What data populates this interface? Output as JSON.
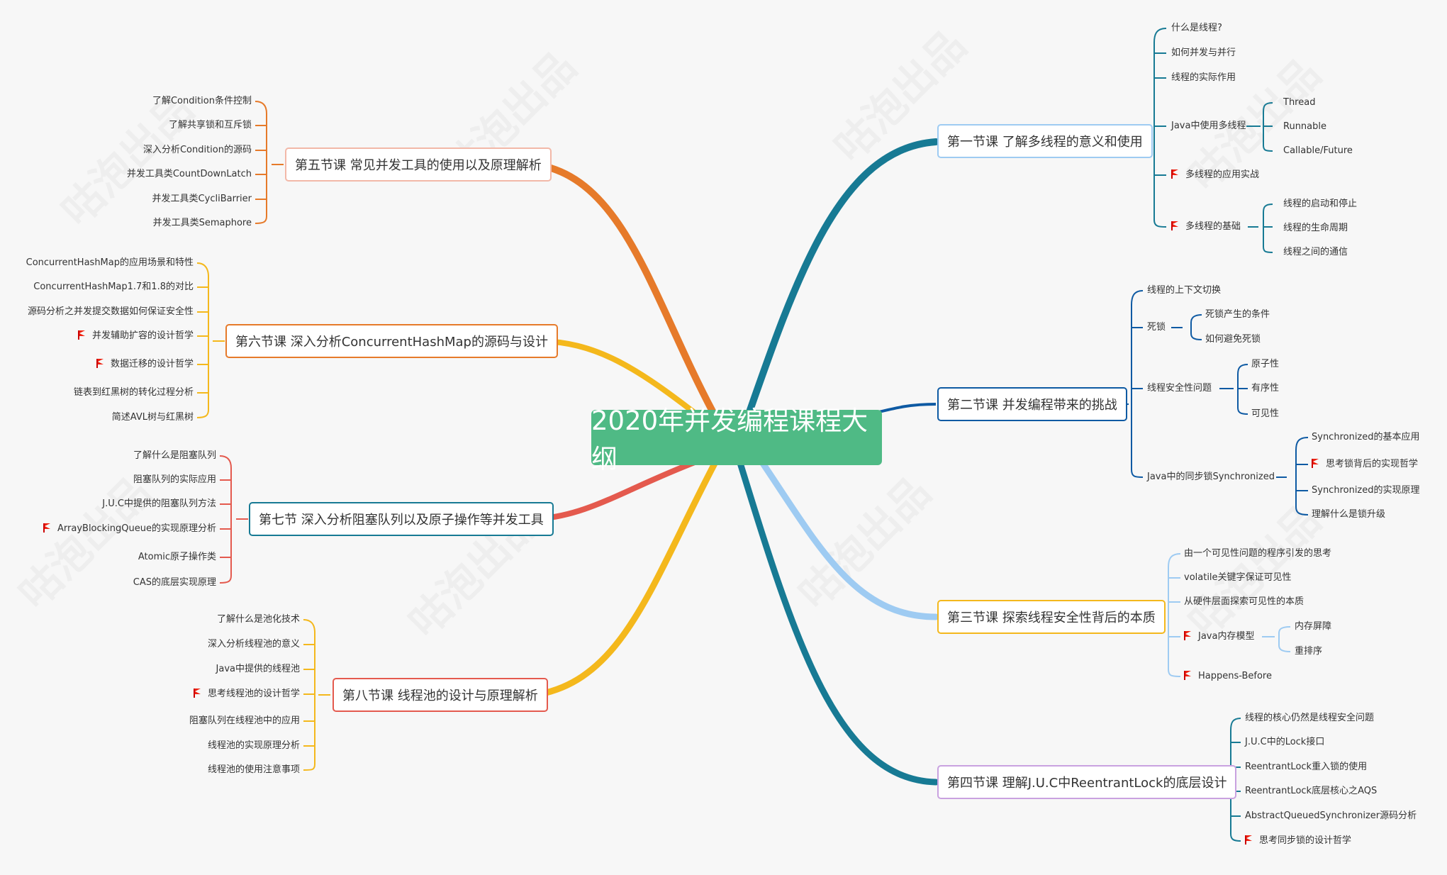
{
  "title": "2020年并发编程课程大纲",
  "colors": {
    "root": "#4fba85",
    "s1": "#177a94",
    "s2": "#0e5aa3",
    "s3": "#9ecbf2",
    "s4": "#177a94",
    "s5": "#e67a2a",
    "s6": "#f4b81c",
    "s7": "#e45a4e",
    "s8": "#f4b81c"
  },
  "sections": {
    "s1": {
      "label": "第一节课 了解多线程的意义和使用",
      "items": [
        "什么是线程?",
        "如何并发与并行",
        "线程的实际作用",
        "Java中使用多线程",
        "多线程的应用实战",
        "多线程的基础"
      ],
      "java_sub": [
        "Thread",
        "Runnable",
        "Callable/Future"
      ],
      "base_sub": [
        "线程的启动和停止",
        "线程的生命周期",
        "线程之间的通信"
      ]
    },
    "s2": {
      "label": "第二节课 并发编程带来的挑战",
      "items": [
        "线程的上下文切换",
        "死锁",
        "线程安全性问题",
        "Java中的同步锁Synchronized"
      ],
      "deadlock_sub": [
        "死锁产生的条件",
        "如何避免死锁"
      ],
      "safety_sub": [
        "原子性",
        "有序性",
        "可见性"
      ],
      "sync_sub": [
        "Synchronized的基本应用",
        "思考锁背后的实现哲学",
        "Synchronized的实现原理",
        "理解什么是锁升级"
      ]
    },
    "s3": {
      "label": "第三节课 探索线程安全性背后的本质",
      "items": [
        "由一个可见性问题的程序引发的思考",
        "volatile关键字保证可见性",
        "从硬件层面探索可见性的本质",
        "Java内存模型",
        "Happens-Before"
      ],
      "jmm_sub": [
        "内存屏障",
        "重排序"
      ]
    },
    "s4": {
      "label": "第四节课 理解J.U.C中ReentrantLock的底层设计",
      "items": [
        "线程的核心仍然是线程安全问题",
        "J.U.C中的Lock接口",
        "ReentrantLock重入锁的使用",
        "ReentrantLock底层核心之AQS",
        "AbstractQueuedSynchronizer源码分析",
        "思考同步锁的设计哲学"
      ]
    },
    "s5": {
      "label": "第五节课 常见并发工具的使用以及原理解析",
      "items": [
        "了解Condition条件控制",
        "了解共享锁和互斥锁",
        "深入分析Condition的源码",
        "并发工具类CountDownLatch",
        "并发工具类CycliBarrier",
        "并发工具类Semaphore"
      ]
    },
    "s6": {
      "label": "第六节课 深入分析ConcurrentHashMap的源码与设计",
      "items": [
        "ConcurrentHashMap的应用场景和特性",
        "ConcurrentHashMap1.7和1.8的对比",
        "源码分析之并发提交数据如何保证安全性",
        "并发辅助扩容的设计哲学",
        "数据迁移的设计哲学",
        "链表到红黑树的转化过程分析",
        "简述AVL树与红黑树"
      ]
    },
    "s7": {
      "label": "第七节 深入分析阻塞队列以及原子操作等并发工具",
      "items": [
        "了解什么是阻塞队列",
        "阻塞队列的实际应用",
        "J.U.C中提供的阻塞队列方法",
        "ArrayBlockingQueue的实现原理分析",
        "Atomic原子操作类",
        "CAS的底层实现原理"
      ]
    },
    "s8": {
      "label": "第八节课 线程池的设计与原理解析",
      "items": [
        "了解什么是池化技术",
        "深入分析线程池的意义",
        "Java中提供的线程池",
        "思考线程池的设计哲学",
        "阻塞队列在线程池中的应用",
        "线程池的实现原理分析",
        "线程池的使用注意事项"
      ]
    }
  }
}
